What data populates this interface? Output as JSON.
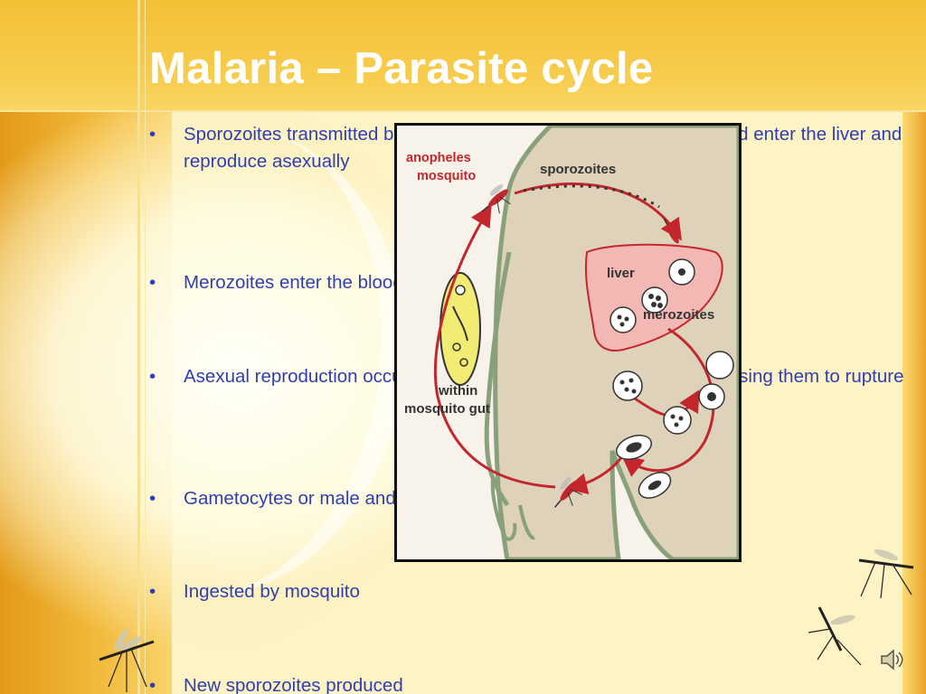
{
  "slide": {
    "title": "Malaria – Parasite cycle",
    "bullets": [
      "Sporozoites transmitted by the bite of infected female Anopheles and enter the liver and reproduce asexually",
      "Merozoites enter the blood stream and invade the red blood cells",
      "Asexual reproduction occurs in red blood cells; merozoites later causing them to rupture",
      "Gametocytes or male and female forms of the malaria parasite",
      "Ingested by mosquito",
      "New sporozoites produced"
    ]
  },
  "diagram": {
    "labels": {
      "mosquito_line1": "anopheles",
      "mosquito_line2": "mosquito",
      "sporozoites": "sporozoites",
      "liver": "liver",
      "merozoites": "merozoites",
      "gut_line1": "within",
      "gut_line2": "mosquito gut"
    }
  },
  "colors": {
    "title_text": "#ffffff",
    "bullet_text": "#2f3fb0",
    "cycle_arrow": "#c4262e",
    "liver_fill": "#f3b7b4",
    "body_fill": "#ded3ba",
    "gut_fill": "#f2ec74"
  },
  "icons": [
    "mosquito-icon",
    "speaker-icon"
  ]
}
